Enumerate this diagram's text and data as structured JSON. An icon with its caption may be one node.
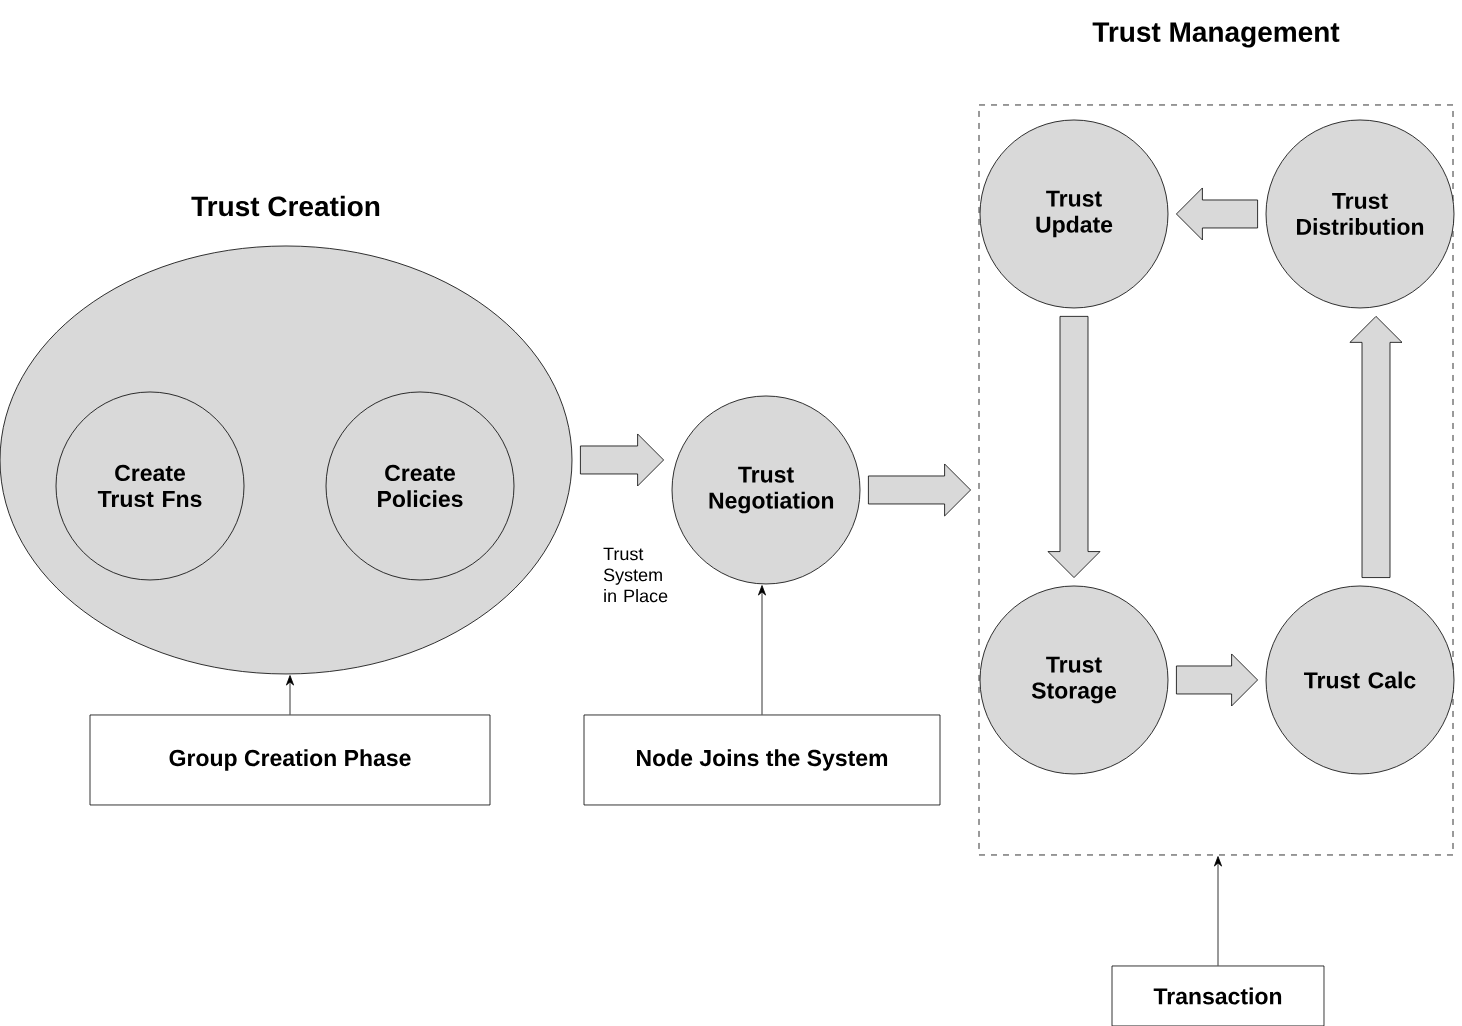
{
  "diagram": {
    "nodes": [
      {
        "text": [
          "Trust Creation"
        ]
      },
      {
        "text": [
          "Create Trust Fns"
        ],
        "in": 0
      },
      {
        "text": [
          "Create Policies"
        ],
        "in": 0
      },
      {
        "text": [
          "Group Creation Phase"
        ]
      },
      {
        "text": [
          "Trust Negotiation"
        ]
      },
      {
        "text": [
          "Node Joins the System"
        ]
      },
      {
        "text": [
          "Trust Management"
        ]
      },
      {
        "text": [
          "Trust Update"
        ],
        "in": 6
      },
      {
        "text": [
          "Trust Distribution"
        ],
        "in": 6
      },
      {
        "text": [
          "Trust Storage"
        ],
        "in": 6
      },
      {
        "text": [
          "Trust Calc"
        ],
        "in": 6
      },
      {
        "text": [
          "Transaction"
        ]
      }
    ],
    "edges": [
      {
        "from": 3,
        "to": 0,
        "arrow": "to"
      },
      {
        "from": 0,
        "to": 4,
        "arrow": "to",
        "style": "thick",
        "label": "Trust System in Place"
      },
      {
        "from": 5,
        "to": 4,
        "arrow": "to"
      },
      {
        "from": 4,
        "to": 6,
        "arrow": "to",
        "style": "thick"
      },
      {
        "from": 8,
        "to": 7,
        "arrow": "to",
        "style": "thick"
      },
      {
        "from": 7,
        "to": 9,
        "arrow": "to",
        "style": "thick"
      },
      {
        "from": 9,
        "to": 10,
        "arrow": "to",
        "style": "thick"
      },
      {
        "from": 10,
        "to": 8,
        "arrow": "to",
        "style": "thick"
      },
      {
        "from": 11,
        "to": 6,
        "arrow": "to"
      }
    ]
  }
}
